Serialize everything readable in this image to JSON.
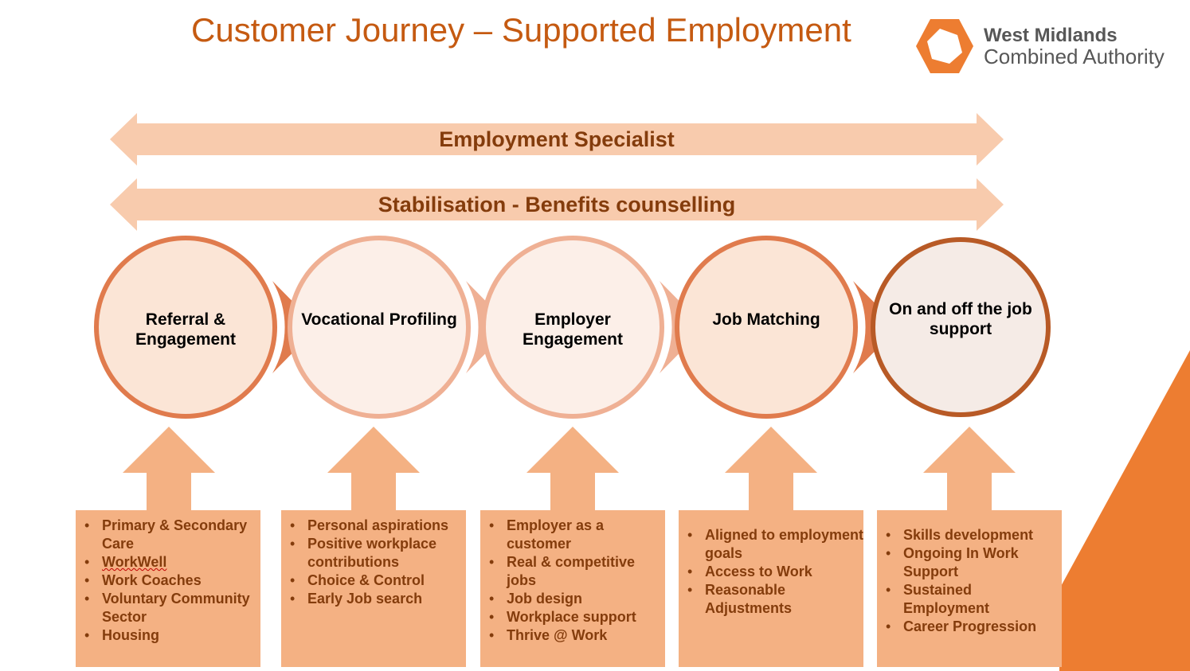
{
  "title": "Customer Journey – Supported Employment",
  "logo": {
    "line1": "West Midlands",
    "line2": "Combined Authority"
  },
  "bands": [
    {
      "label": "Employment Specialist"
    },
    {
      "label": "Stabilisation - Benefits counselling"
    }
  ],
  "stages": [
    {
      "label": "Referral & Engagement"
    },
    {
      "label": "Vocational Profiling"
    },
    {
      "label": "Employer Engagement"
    },
    {
      "label": "Job Matching"
    },
    {
      "label": "On and off the job support"
    }
  ],
  "boxes": [
    {
      "items": [
        "Primary & Secondary Care",
        "WorkWell",
        "Work Coaches",
        "Voluntary Community Sector",
        "Housing"
      ]
    },
    {
      "items": [
        "Personal aspirations",
        "Positive workplace contributions",
        "Choice & Control",
        "Early Job search"
      ]
    },
    {
      "items": [
        "Employer as a customer",
        "Real & competitive jobs",
        "Job design",
        "Workplace support",
        "Thrive @ Work"
      ]
    },
    {
      "items": [
        "Aligned to employment goals",
        "Access to Work",
        "Reasonable Adjustments"
      ]
    },
    {
      "items": [
        "Skills development",
        "Ongoing In Work Support",
        "Sustained Employment",
        "Career Progression"
      ]
    }
  ],
  "colors": {
    "title": "#c55a11",
    "band_fill": "#f8cbad",
    "band_text": "#843c0c",
    "box_fill": "#f4b183",
    "box_text": "#843c0c",
    "accent_orange": "#ed7d31",
    "logo_text": "#575757"
  }
}
